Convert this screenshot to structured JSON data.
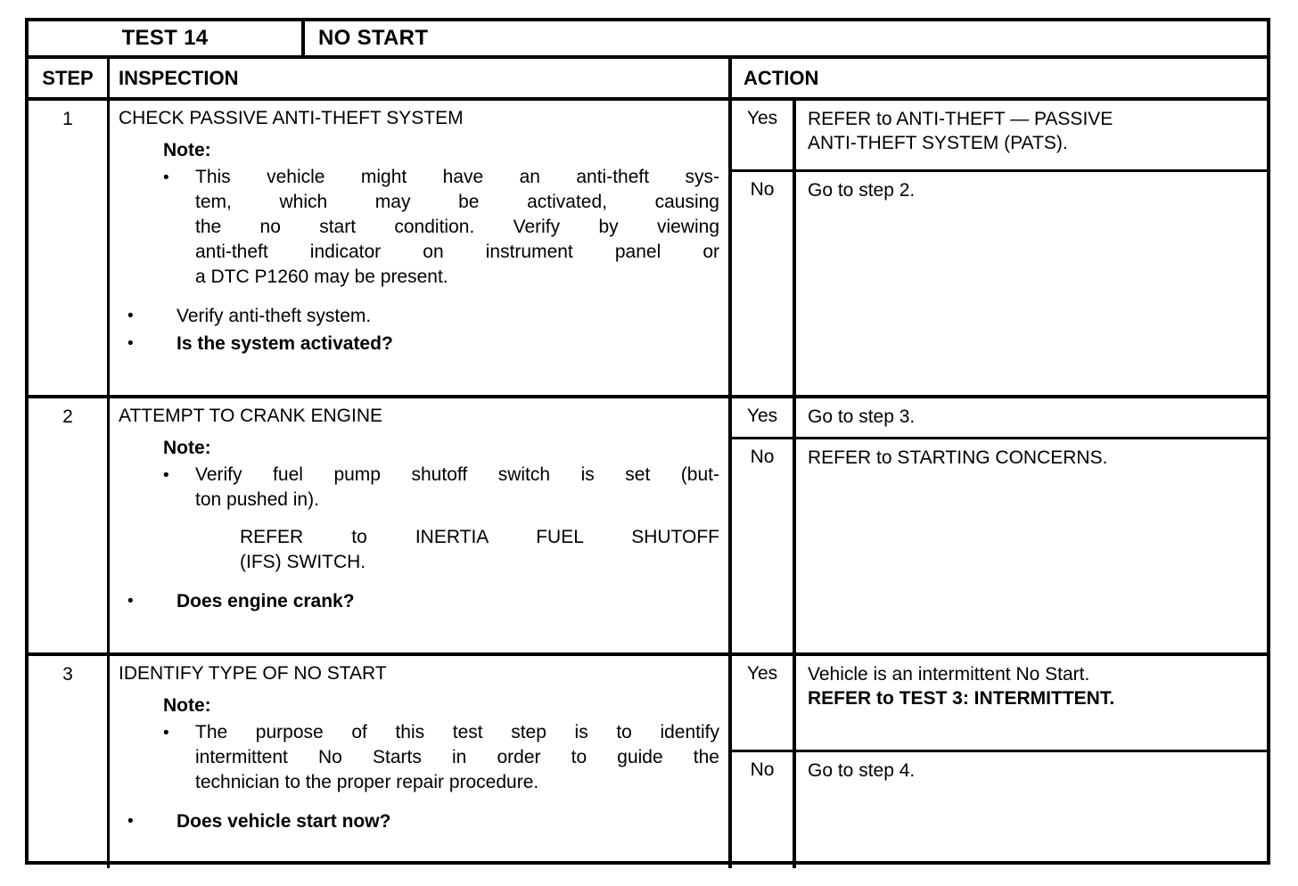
{
  "title_row": {
    "test_label": "TEST 14",
    "test_name": "NO START"
  },
  "headers": {
    "step": "STEP",
    "inspection": "INSPECTION",
    "action": "ACTION"
  },
  "glyphs": {
    "bullet": "•"
  },
  "rows": [
    {
      "step": "1",
      "inspection": {
        "heading": "CHECK PASSIVE ANTI-THEFT SYSTEM",
        "note_label": "Note:",
        "note_bullet_lines": [
          "This vehicle might have an anti-theft sys-",
          "tem, which may be activated, causing",
          "the no start condition.  Verify by viewing",
          "anti-theft indicator on instrument panel or",
          "a DTC P1260 may be present."
        ],
        "main_bullets": [
          {
            "text": "Verify anti-theft system.",
            "bold": false
          },
          {
            "text": "Is the system activated?",
            "bold": true
          }
        ]
      },
      "answers": [
        {
          "label": "Yes",
          "lines": [
            {
              "text": "REFER to ANTI-THEFT — PASSIVE",
              "bold": false
            },
            {
              "text": "ANTI-THEFT SYSTEM (PATS).",
              "bold": false
            }
          ]
        },
        {
          "label": "No",
          "lines": [
            {
              "text": "Go to step 2.",
              "bold": false
            }
          ]
        }
      ]
    },
    {
      "step": "2",
      "inspection": {
        "heading": "ATTEMPT TO CRANK ENGINE",
        "note_label": "Note:",
        "note_bullet_lines": [
          "Verify fuel pump shutoff switch is set (but-",
          "ton pushed in)."
        ],
        "sub_paragraph_lines": [
          "REFER to INERTIA FUEL SHUTOFF",
          "(IFS) SWITCH."
        ],
        "main_bullets": [
          {
            "text": "Does engine crank?",
            "bold": true
          }
        ]
      },
      "answers": [
        {
          "label": "Yes",
          "lines": [
            {
              "text": "Go to step 3.",
              "bold": false
            }
          ]
        },
        {
          "label": "No",
          "lines": [
            {
              "text": "REFER to STARTING CONCERNS.",
              "bold": false
            }
          ]
        }
      ]
    },
    {
      "step": "3",
      "inspection": {
        "heading": "IDENTIFY TYPE OF NO START",
        "note_label": "Note:",
        "note_bullet_lines": [
          "The purpose of this test step is to identify",
          "intermittent No Starts in order to guide the",
          "technician to the proper repair procedure."
        ],
        "main_bullets": [
          {
            "text": "Does vehicle start now?",
            "bold": true
          }
        ]
      },
      "answers": [
        {
          "label": "Yes",
          "lines": [
            {
              "text": "Vehicle is an intermittent No Start.",
              "bold": false
            },
            {
              "text": "REFER to TEST 3:  INTERMITTENT.",
              "bold": true
            }
          ]
        },
        {
          "label": "No",
          "lines": [
            {
              "text": "Go to step 4.",
              "bold": false
            }
          ]
        }
      ]
    }
  ]
}
